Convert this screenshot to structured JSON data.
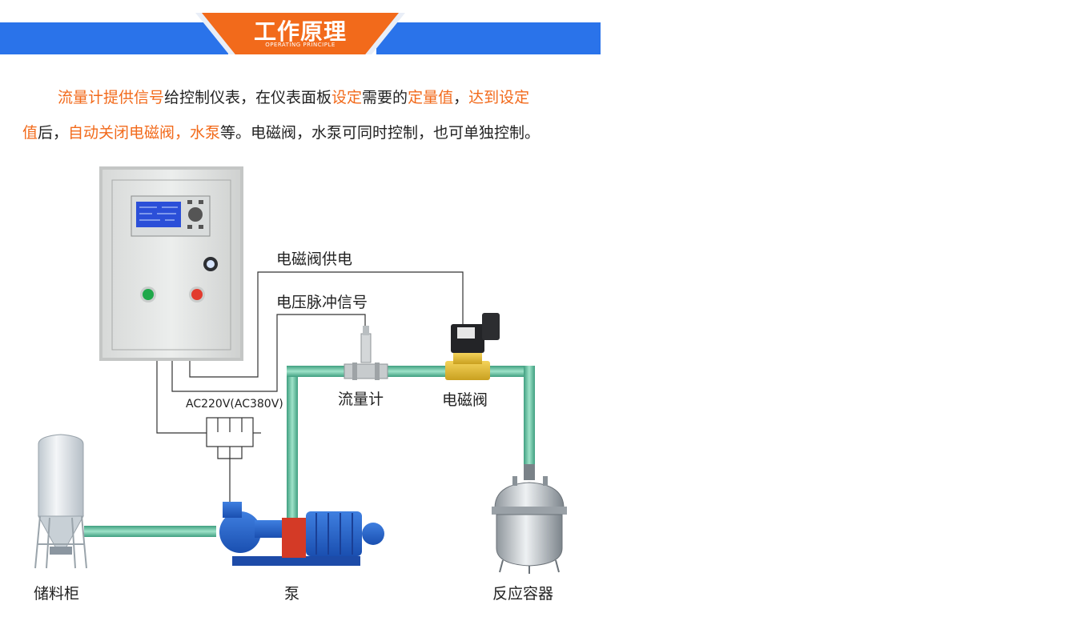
{
  "header": {
    "title": "工作原理",
    "subtitle": "OPERATING PRINCIPLE"
  },
  "description": {
    "line1": [
      {
        "text": "流量计提供信号",
        "highlight": true
      },
      {
        "text": "给控制仪表，在仪表面板",
        "highlight": false
      },
      {
        "text": "设定",
        "highlight": true
      },
      {
        "text": "需要的",
        "highlight": false
      },
      {
        "text": "定量值",
        "highlight": true
      },
      {
        "text": "，",
        "highlight": false
      },
      {
        "text": "达到设定",
        "highlight": true
      }
    ],
    "line2": [
      {
        "text": "值",
        "highlight": true
      },
      {
        "text": "后，",
        "highlight": false
      },
      {
        "text": "自动关闭电磁阀，水泵",
        "highlight": true
      },
      {
        "text": "等。电磁阀，水泵可同时控制，也可单独控制。",
        "highlight": false
      }
    ]
  },
  "diagram": {
    "labels": {
      "valve_power": "电磁阀供电",
      "pulse_signal": "电压脉冲信号",
      "power_supply": "AC220V(AC380V)",
      "flowmeter": "流量计",
      "solenoid_valve": "电磁阀",
      "storage_tank": "储料柜",
      "pump": "泵",
      "reactor": "反应容器"
    },
    "colors": {
      "highlight": "#f26a1b",
      "banner_blue": "#2a73ea",
      "pipe": "#5fbf9f",
      "cabinet": "#e4e6e5"
    }
  }
}
